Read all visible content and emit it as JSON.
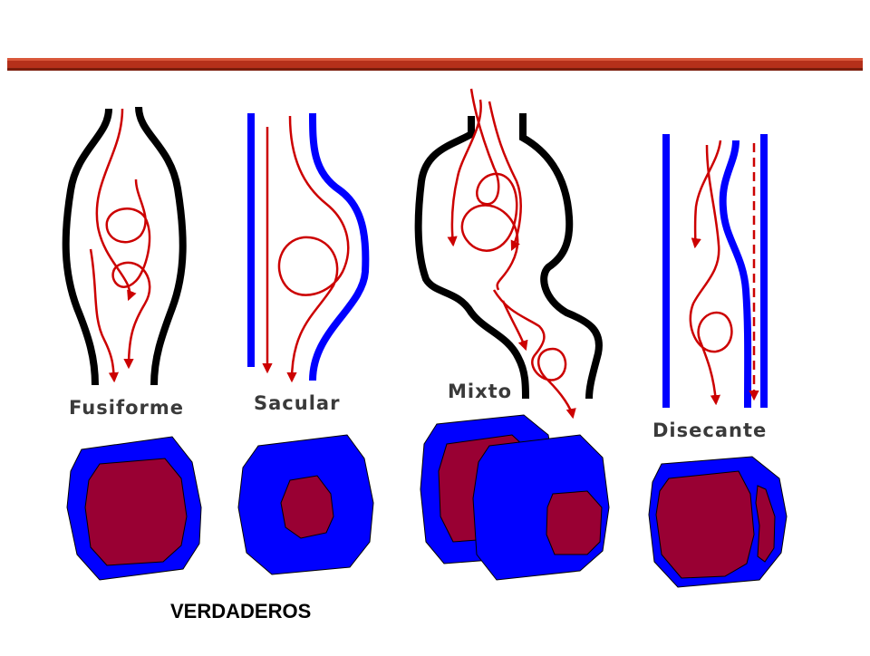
{
  "labels": {
    "fusiforme": "Fusiforme",
    "sacular": "Sacular",
    "mixto": "Mixto",
    "disecante": "Disecante",
    "caption": "VERDADEROS"
  },
  "colors": {
    "header_bar": "#b5301a",
    "header_bar_edge": "#7a1d0c",
    "wall_black": "#000000",
    "wall_blue": "#0000ff",
    "flow_red": "#cc0000",
    "lumen_maroon": "#990033",
    "label_text": "#3a3a3a"
  }
}
